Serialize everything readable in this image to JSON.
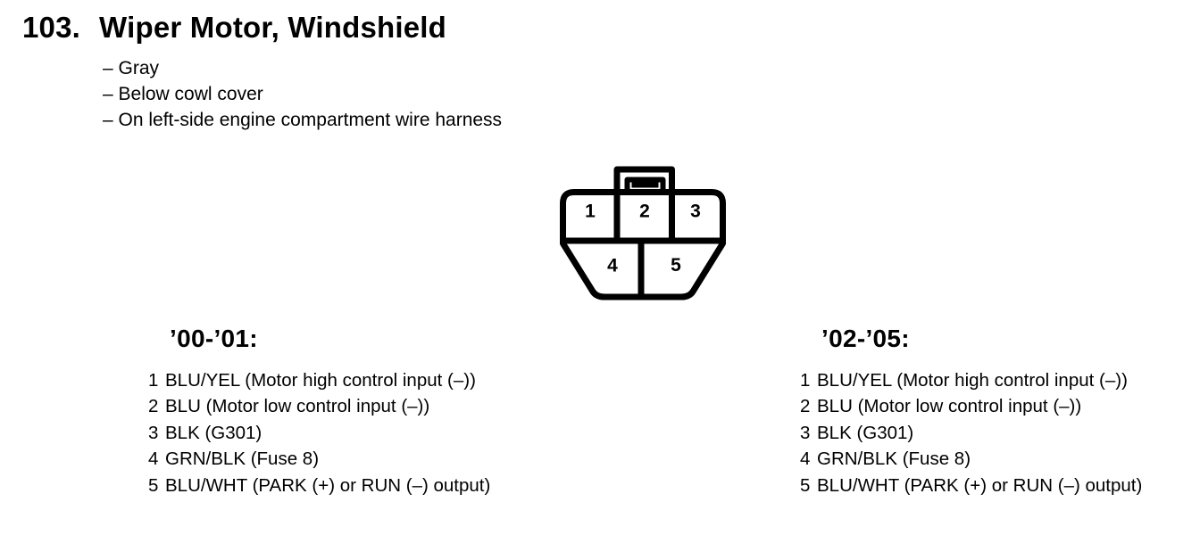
{
  "page": {
    "title_number": "103.",
    "title": "Wiper Motor, Windshield",
    "notes": [
      "– Gray",
      "– Below cowl cover",
      "– On left-side engine compartment wire harness"
    ]
  },
  "connector": {
    "pins": [
      "1",
      "2",
      "3",
      "4",
      "5"
    ]
  },
  "columns": [
    {
      "header": "’00-’01:",
      "pins": [
        {
          "num": "1",
          "desc": "BLU/YEL (Motor high control input (–))"
        },
        {
          "num": "2",
          "desc": "BLU (Motor low control input (–))"
        },
        {
          "num": "3",
          "desc": "BLK (G301)"
        },
        {
          "num": "4",
          "desc": "GRN/BLK (Fuse 8)"
        },
        {
          "num": "5",
          "desc": "BLU/WHT (PARK (+) or RUN (–) output)"
        }
      ]
    },
    {
      "header": "’02-’05:",
      "pins": [
        {
          "num": "1",
          "desc": "BLU/YEL (Motor high control input (–))"
        },
        {
          "num": "2",
          "desc": "BLU (Motor low control input (–))"
        },
        {
          "num": "3",
          "desc": "BLK (G301)"
        },
        {
          "num": "4",
          "desc": "GRN/BLK (Fuse 8)"
        },
        {
          "num": "5",
          "desc": "BLU/WHT (PARK (+) or RUN (–) output)"
        }
      ]
    }
  ],
  "colors": {
    "ink": "#000000",
    "paper": "#ffffff"
  }
}
